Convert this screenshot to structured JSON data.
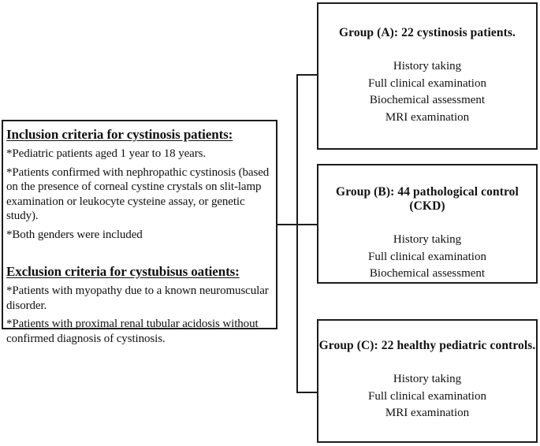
{
  "figure": {
    "background_color": "#ffffff",
    "line_color": "#1c1c1c",
    "text_color": "#111111"
  },
  "criteria_box": {
    "sections": [
      {
        "heading": "Inclusion criteria for cystinosis patients:",
        "items": [
          "*Pediatric patients aged 1 year to 18 years.",
          "*Patients confirmed with nephropathic cystinosis (based on the presence of corneal cystine crystals on slit-lamp examination or leukocyte cysteine assay, or genetic study).",
          "*Both genders were included"
        ]
      },
      {
        "heading": "Exclusion criteria for cystubisus oatients:",
        "items": [
          "*Patients with myopathy due to a known neuromuscular disorder.",
          "*Patients with proximal renal tubular acidosis without confirmed diagnosis of cystinosis."
        ]
      }
    ]
  },
  "groups": [
    {
      "title": "Group (A): 22 cystinosis patients.",
      "items": [
        "History taking",
        "Full clinical examination",
        "Biochemical assessment",
        "MRI examination"
      ]
    },
    {
      "title": "Group (B): 44 pathological control (CKD)",
      "items": [
        "History taking",
        "Full clinical examination",
        "Biochemical assessment"
      ]
    },
    {
      "title": "Group (C): 22 healthy pediatric controls.",
      "items": [
        "History taking",
        "Full clinical examination",
        "MRI examination"
      ]
    }
  ]
}
